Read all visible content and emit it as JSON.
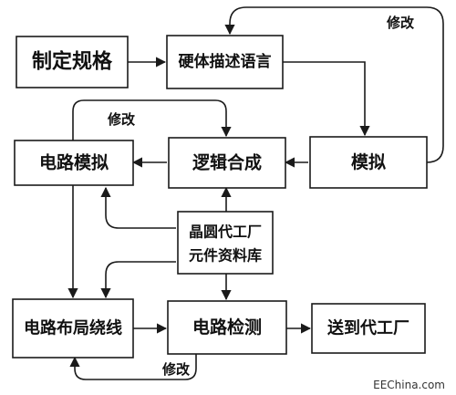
{
  "diagram": {
    "nodes": {
      "spec": "制定规格",
      "hdl": "硬体描述语言",
      "sim": "模拟",
      "synth": "逻辑合成",
      "circuit_sim": "电路模拟",
      "foundry_line1": "晶圆代工厂",
      "foundry_line2": "元件资料库",
      "layout": "电路布局绕线",
      "check": "电路检测",
      "send": "送到代工厂"
    },
    "edge_labels": {
      "sim_to_hdl": "修改",
      "circuit_sim_to_synth": "修改",
      "check_to_layout": "修改"
    }
  },
  "watermark": "EEChina.com",
  "colors": {
    "line": "#1a1a1a",
    "box_fill": "#ffffff",
    "text": "#111111"
  }
}
